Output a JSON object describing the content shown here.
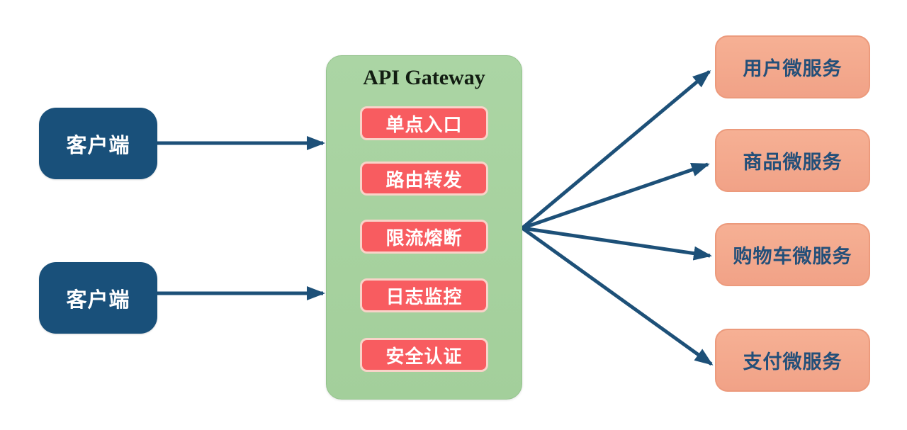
{
  "diagram": {
    "description": "API Gateway microservices architecture diagram"
  },
  "clients": [
    {
      "label": "客户端"
    },
    {
      "label": "客户端"
    }
  ],
  "gateway": {
    "title": "API Gateway",
    "features": [
      "单点入口",
      "路由转发",
      "限流熔断",
      "日志监控",
      "安全认证"
    ]
  },
  "services": [
    {
      "label": "用户微服务"
    },
    {
      "label": "商品微服务"
    },
    {
      "label": "购物车微服务"
    },
    {
      "label": "支付微服务"
    }
  ],
  "colors": {
    "client_fill": "#19507a",
    "client_text": "#ffffff",
    "gateway_fill": "#a7d2a0",
    "gateway_title_text": "#121d12",
    "feature_fill": "#f85c60",
    "feature_border": "#f9d3c9",
    "feature_text": "#ffffff",
    "service_fill": "#f3a78b",
    "service_border": "#ec9a7c",
    "service_text": "#234f79",
    "arrow": "#1d5078",
    "background": "#ffffff"
  }
}
